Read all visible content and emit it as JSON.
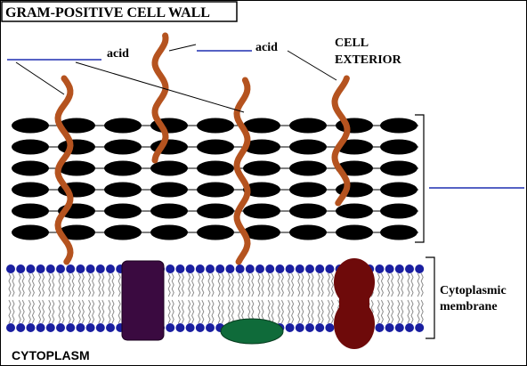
{
  "title": "GRAM-POSITIVE CELL WALL",
  "labels": {
    "acid_1": "acid",
    "acid_2": "acid",
    "cell_exterior_line1": "CELL",
    "cell_exterior_line2": "EXTERIOR",
    "cytoplasmic_line1": "Cytoplasmic",
    "cytoplasmic_line2": "membrane",
    "cytoplasm": "CYTOPLASM"
  },
  "colors": {
    "acid_chain": "#b5531f",
    "peptidoglycan": "#000000",
    "blank_line": "#1f2fb0",
    "phospholipid_head": "#1a1fa0",
    "lipid_tail": "#8c8c8c",
    "protein_rect": "#3a0a40",
    "protein_green": "#0f6b3a",
    "protein_red": "#6e0a0a"
  }
}
